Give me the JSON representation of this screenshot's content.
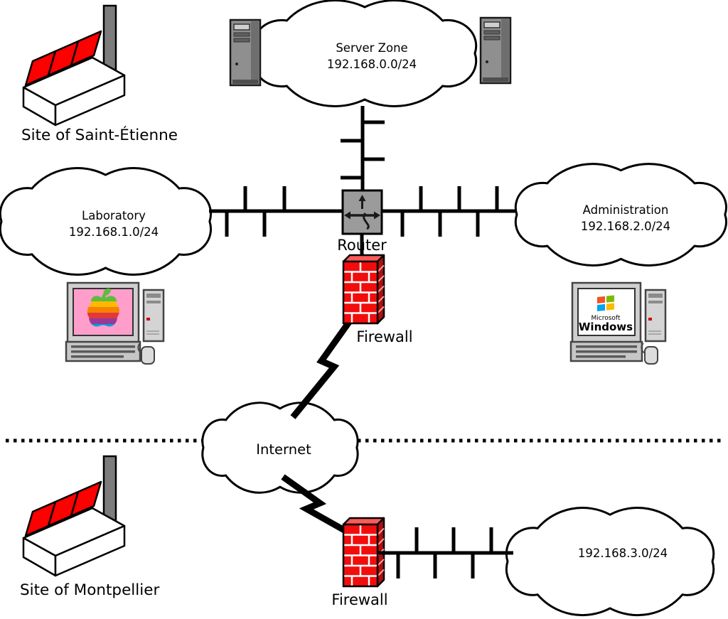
{
  "diagram": {
    "sites": {
      "saint_etienne": {
        "label": "Site of Saint-Étienne"
      },
      "montpellier": {
        "label": "Site of Montpellier"
      }
    },
    "networks": {
      "server_zone": {
        "name": "Server Zone",
        "subnet": "192.168.0.0/24"
      },
      "laboratory": {
        "name": "Laboratory",
        "subnet": "192.168.1.0/24"
      },
      "administration": {
        "name": "Administration",
        "subnet": "192.168.2.0/24"
      },
      "internet": {
        "name": "Internet"
      },
      "montpellier_lan": {
        "subnet": "192.168.3.0/24"
      }
    },
    "devices": {
      "router": {
        "label": "Router"
      },
      "firewall_site1": {
        "label": "Firewall"
      },
      "firewall_site2": {
        "label": "Firewall"
      }
    },
    "workstations": {
      "windows_pc": {
        "brand_small": "Microsoft",
        "brand_large": "Windows"
      }
    },
    "icons": [
      "factory-icon",
      "server-tower-icon",
      "cloud-icon",
      "router-icon",
      "firewall-icon",
      "lightning-icon",
      "mac-workstation-icon",
      "windows-workstation-icon"
    ],
    "colors": {
      "background": "#ffffff",
      "line": "#000000",
      "factory_roof_red": "#ff0000",
      "firewall_brick_red": "#f20d0d",
      "router_gray": "#9b9b9b",
      "mac_screen_pink": "#ff9ecb",
      "server_gray": "#8f8f8f"
    }
  }
}
